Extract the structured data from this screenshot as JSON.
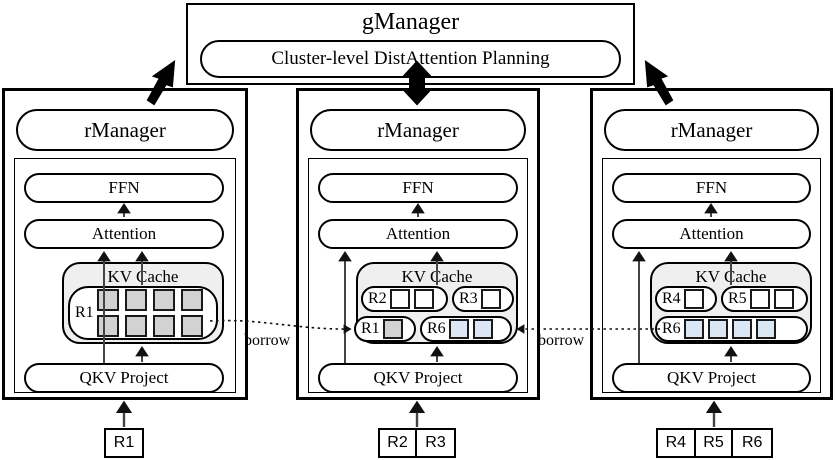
{
  "gmanager": {
    "title": "gManager",
    "planner_label": "Cluster-level DistAttention Planning"
  },
  "labels": {
    "rmanager": "rManager",
    "ffn": "FFN",
    "attention": "Attention",
    "kv_cache": "KV Cache",
    "qkv_project": "QKV Project",
    "borrow": "borrow"
  },
  "colors": {
    "block_gray": "#d2d2d2",
    "block_blue": "#dae8f5",
    "block_white": "#ffffff",
    "kv_cache_bg": "#efefef",
    "stroke": "#000000"
  },
  "panels": [
    {
      "name": "left-node",
      "rmanager": "rManager",
      "ffn": "FFN",
      "attention": "Attention",
      "kv_cache": "KV Cache",
      "qkv_project": "QKV Project",
      "requests": [
        {
          "id": "R1",
          "layout": "grid",
          "rows": 2,
          "cols": 4,
          "blocks": 8,
          "color": "gray"
        }
      ],
      "incoming_requests": [
        "R1"
      ]
    },
    {
      "name": "middle-node",
      "rmanager": "rManager",
      "ffn": "FFN",
      "attention": "Attention",
      "kv_cache": "KV Cache",
      "qkv_project": "QKV Project",
      "requests": [
        {
          "id": "R2",
          "layout": "row",
          "blocks": 2,
          "color": "white"
        },
        {
          "id": "R3",
          "layout": "row",
          "blocks": 1,
          "color": "white"
        },
        {
          "id": "R1",
          "layout": "row",
          "blocks": 1,
          "color": "gray",
          "borrowed": true
        },
        {
          "id": "R6",
          "layout": "row",
          "blocks": 2,
          "color": "blue",
          "borrowed": true
        }
      ],
      "incoming_requests": [
        "R2",
        "R3"
      ]
    },
    {
      "name": "right-node",
      "rmanager": "rManager",
      "ffn": "FFN",
      "attention": "Attention",
      "kv_cache": "KV Cache",
      "qkv_project": "QKV Project",
      "requests": [
        {
          "id": "R4",
          "layout": "row",
          "blocks": 1,
          "color": "white"
        },
        {
          "id": "R5",
          "layout": "row",
          "blocks": 2,
          "color": "white"
        },
        {
          "id": "R6",
          "layout": "row",
          "blocks": 4,
          "color": "blue"
        }
      ],
      "incoming_requests": [
        "R4",
        "R5",
        "R6"
      ]
    }
  ],
  "borrow_edges": [
    {
      "label": "borrow",
      "from": "left-node-R1",
      "to": "middle-node-R1"
    },
    {
      "label": "borrow",
      "from": "right-node-R6",
      "to": "middle-node-R6"
    }
  ]
}
